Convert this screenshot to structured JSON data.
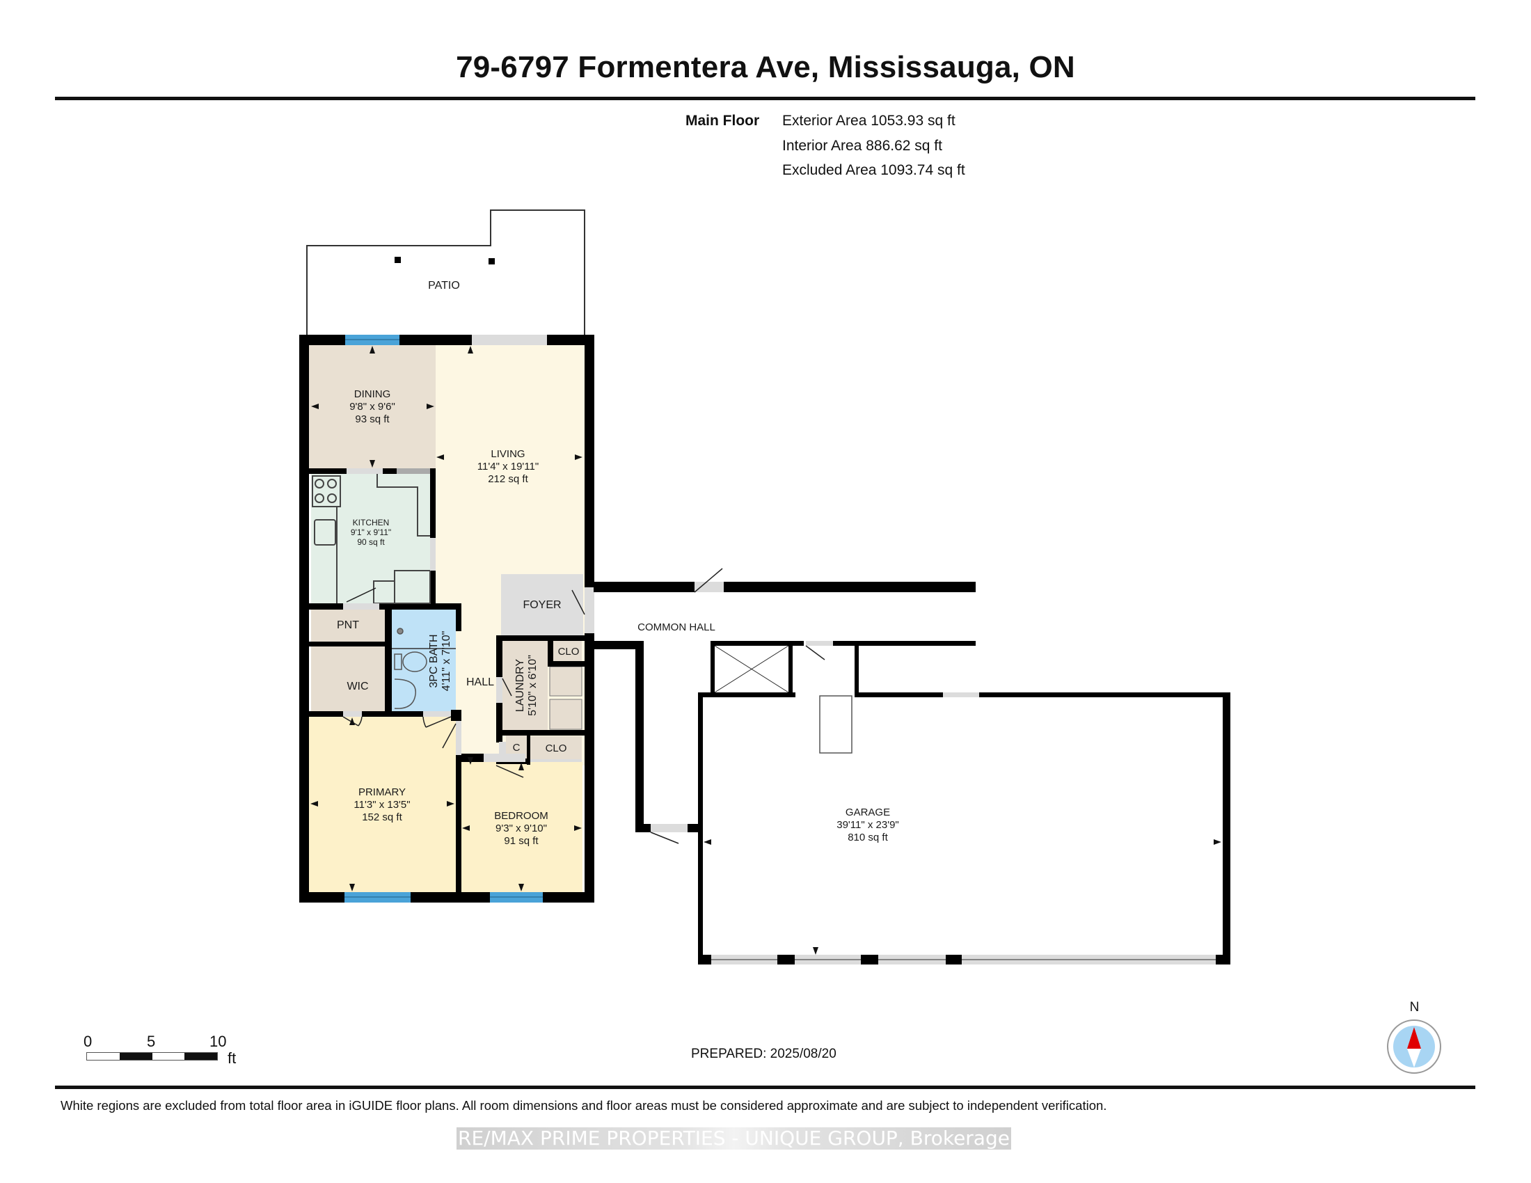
{
  "header": {
    "title": "79-6797 Formentera Ave, Mississauga, ON"
  },
  "areas": {
    "floor_label": "Main Floor",
    "exterior": "Exterior Area 1053.93 sq ft",
    "interior": "Interior Area 886.62 sq ft",
    "excluded": "Excluded Area 1093.74 sq ft"
  },
  "rooms": {
    "patio": {
      "name": "PATIO"
    },
    "dining": {
      "name": "DINING",
      "dims": "9'8\" x 9'6\"",
      "area": "93 sq ft"
    },
    "living": {
      "name": "LIVING",
      "dims": "11'4\" x 19'11\"",
      "area": "212 sq ft"
    },
    "kitchen": {
      "name": "KITCHEN",
      "dims": "9'1\" x 9'11\"",
      "area": "90 sq ft"
    },
    "foyer": {
      "name": "FOYER"
    },
    "pantry": {
      "name": "PNT"
    },
    "wic": {
      "name": "WIC"
    },
    "bath": {
      "name": "3PC BATH",
      "dims": "4'11\" x 7'10\""
    },
    "hall": {
      "name": "HALL"
    },
    "laundry": {
      "name": "LAUNDRY",
      "dims": "5'10\" x 6'10\""
    },
    "closet_foyer": {
      "name": "CLO"
    },
    "closet_small": {
      "name": "C"
    },
    "closet_bedroom": {
      "name": "CLO"
    },
    "primary": {
      "name": "PRIMARY",
      "dims": "11'3\" x 13'5\"",
      "area": "152 sq ft"
    },
    "bedroom": {
      "name": "BEDROOM",
      "dims": "9'3\" x 9'10\"",
      "area": "91 sq ft"
    },
    "common_hall": {
      "name": "COMMON HALL"
    },
    "garage": {
      "name": "GARAGE",
      "dims": "39'11\" x 23'9\"",
      "area": "810 sq ft"
    }
  },
  "colors": {
    "wall": "#000000",
    "window": "#4aa3d8",
    "door_opening": "#dcdcdc",
    "dining": "#e9e0d2",
    "living": "#fdf7e3",
    "kitchen": "#e3efe7",
    "foyer": "#dedede",
    "utility": "#e6ddd0",
    "bath": "#bfe2f7",
    "bedroom": "#fdf1c9",
    "compass_fill": "#a8d5f3",
    "compass_needle": "#e00000"
  },
  "scale_bar": {
    "ticks": [
      "0",
      "5",
      "10"
    ],
    "unit": "ft"
  },
  "compass": {
    "north_label": "N"
  },
  "prepared": "PREPARED: 2025/08/20",
  "footer": {
    "disclaimer": "White regions are excluded from total floor area in iGUIDE floor plans. All room dimensions and floor areas must be considered approximate and are subject to independent verification.",
    "watermark": "RE/MAX PRIME PROPERTIES - UNIQUE GROUP, Brokerage"
  }
}
